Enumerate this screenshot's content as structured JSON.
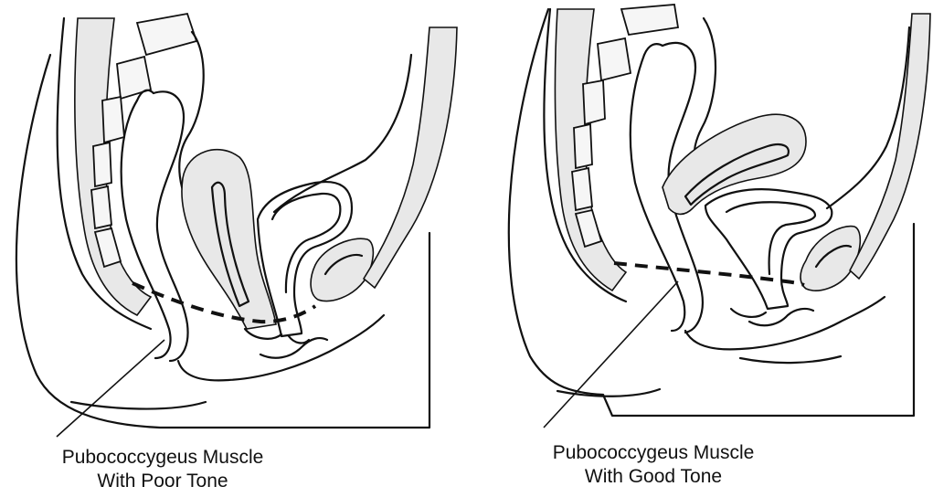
{
  "panels": [
    {
      "id": "poor-tone",
      "caption_line1": "Pubococcygeus Muscle",
      "caption_line2": "With Poor Tone"
    },
    {
      "id": "good-tone",
      "caption_line1": "Pubococcygeus Muscle",
      "caption_line2": "With Good Tone"
    }
  ],
  "colors": {
    "ink": "#111111",
    "background": "#ffffff"
  }
}
